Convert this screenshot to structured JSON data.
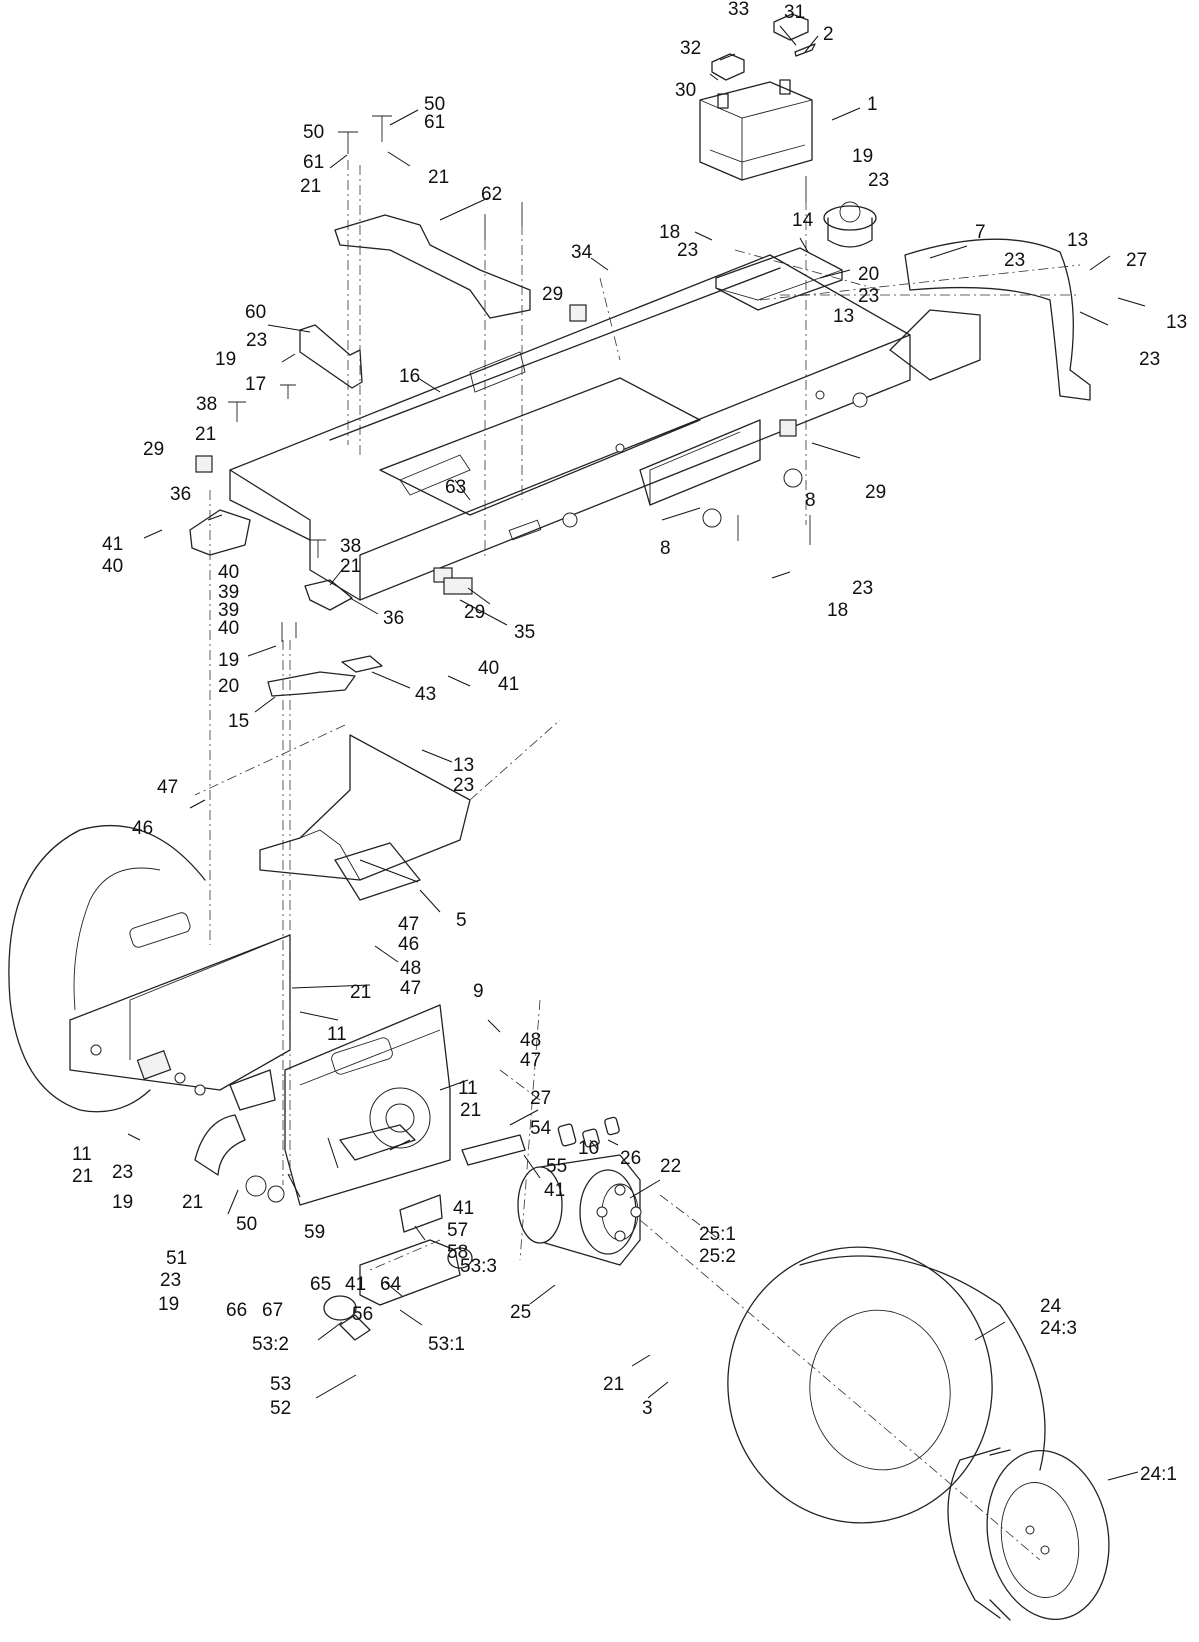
{
  "labels": [
    {
      "t": "33"
    },
    {
      "t": "31"
    },
    {
      "t": "2"
    },
    {
      "t": "32"
    },
    {
      "t": "30"
    },
    {
      "t": "1"
    },
    {
      "t": "50"
    },
    {
      "t": "61"
    },
    {
      "t": "50"
    },
    {
      "t": "61"
    },
    {
      "t": "21"
    },
    {
      "t": "21"
    },
    {
      "t": "19"
    },
    {
      "t": "23"
    },
    {
      "t": "62"
    },
    {
      "t": "18"
    },
    {
      "t": "23"
    },
    {
      "t": "14"
    },
    {
      "t": "7"
    },
    {
      "t": "13"
    },
    {
      "t": "23"
    },
    {
      "t": "27"
    },
    {
      "t": "34"
    },
    {
      "t": "20"
    },
    {
      "t": "23"
    },
    {
      "t": "13"
    },
    {
      "t": "13"
    },
    {
      "t": "23"
    },
    {
      "t": "29"
    },
    {
      "t": "60"
    },
    {
      "t": "23"
    },
    {
      "t": "19"
    },
    {
      "t": "16"
    },
    {
      "t": "17"
    },
    {
      "t": "38"
    },
    {
      "t": "21"
    },
    {
      "t": "29"
    },
    {
      "t": "29"
    },
    {
      "t": "36"
    },
    {
      "t": "8"
    },
    {
      "t": "63"
    },
    {
      "t": "41"
    },
    {
      "t": "40"
    },
    {
      "t": "8"
    },
    {
      "t": "40"
    },
    {
      "t": "38"
    },
    {
      "t": "21"
    },
    {
      "t": "39"
    },
    {
      "t": "39"
    },
    {
      "t": "40"
    },
    {
      "t": "36"
    },
    {
      "t": "23"
    },
    {
      "t": "18"
    },
    {
      "t": "29"
    },
    {
      "t": "35"
    },
    {
      "t": "19"
    },
    {
      "t": "20"
    },
    {
      "t": "40"
    },
    {
      "t": "41"
    },
    {
      "t": "43"
    },
    {
      "t": "15"
    },
    {
      "t": "13"
    },
    {
      "t": "23"
    },
    {
      "t": "47"
    },
    {
      "t": "46"
    },
    {
      "t": "47"
    },
    {
      "t": "46"
    },
    {
      "t": "5"
    },
    {
      "t": "48"
    },
    {
      "t": "47"
    },
    {
      "t": "21"
    },
    {
      "t": "9"
    },
    {
      "t": "11"
    },
    {
      "t": "48"
    },
    {
      "t": "47"
    },
    {
      "t": "27"
    },
    {
      "t": "11"
    },
    {
      "t": "21"
    },
    {
      "t": "54"
    },
    {
      "t": "11"
    },
    {
      "t": "21"
    },
    {
      "t": "55"
    },
    {
      "t": "10"
    },
    {
      "t": "26"
    },
    {
      "t": "22"
    },
    {
      "t": "23"
    },
    {
      "t": "41"
    },
    {
      "t": "19"
    },
    {
      "t": "21"
    },
    {
      "t": "41"
    },
    {
      "t": "59"
    },
    {
      "t": "57"
    },
    {
      "t": "50"
    },
    {
      "t": "58"
    },
    {
      "t": "51"
    },
    {
      "t": "25:1"
    },
    {
      "t": "25:2"
    },
    {
      "t": "23"
    },
    {
      "t": "65"
    },
    {
      "t": "41"
    },
    {
      "t": "64"
    },
    {
      "t": "53:3"
    },
    {
      "t": "19"
    },
    {
      "t": "66"
    },
    {
      "t": "67"
    },
    {
      "t": "56"
    },
    {
      "t": "53:2"
    },
    {
      "t": "53:1"
    },
    {
      "t": "24"
    },
    {
      "t": "24:3"
    },
    {
      "t": "25"
    },
    {
      "t": "53"
    },
    {
      "t": "21"
    },
    {
      "t": "3"
    },
    {
      "t": "52"
    },
    {
      "t": "24:1"
    }
  ]
}
